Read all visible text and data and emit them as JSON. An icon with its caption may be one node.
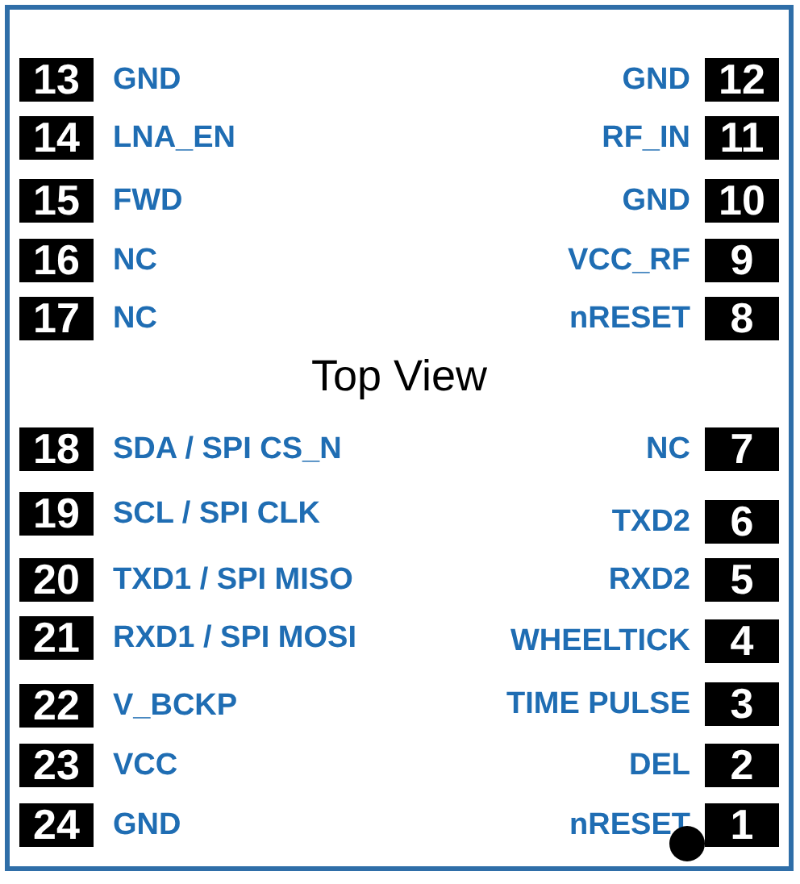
{
  "diagram": {
    "nodes": [
      {
        "text": [
          "Top View"
        ]
      },
      {
        "text": [
          "13"
        ],
        "in": 0,
        "beside": [
          "GND"
        ]
      },
      {
        "text": [
          "12"
        ],
        "in": 0,
        "beside": [
          "GND"
        ]
      },
      {
        "text": [
          "14"
        ],
        "in": 0,
        "beside": [
          "LNA_EN"
        ]
      },
      {
        "text": [
          "11"
        ],
        "in": 0,
        "beside": [
          "RF_IN"
        ]
      },
      {
        "text": [
          "15"
        ],
        "in": 0,
        "beside": [
          "FWD"
        ]
      },
      {
        "text": [
          "10"
        ],
        "in": 0,
        "beside": [
          "GND"
        ]
      },
      {
        "text": [
          "16"
        ],
        "in": 0,
        "beside": [
          "NC"
        ]
      },
      {
        "text": [
          "9"
        ],
        "in": 0,
        "beside": [
          "VCC_RF"
        ]
      },
      {
        "text": [
          "17"
        ],
        "in": 0,
        "beside": [
          "NC"
        ]
      },
      {
        "text": [
          "8"
        ],
        "in": 0,
        "beside": [
          "nRESET"
        ]
      },
      {
        "text": [
          "18"
        ],
        "in": 0,
        "beside": [
          "SDA / SPI CS_N"
        ]
      },
      {
        "text": [
          "7"
        ],
        "in": 0,
        "beside": [
          "NC"
        ]
      },
      {
        "text": [
          "19"
        ],
        "in": 0,
        "beside": [
          "SCL / SPI CLK"
        ]
      },
      {
        "text": [
          "6"
        ],
        "in": 0,
        "beside": [
          "TXD2"
        ]
      },
      {
        "text": [
          "20"
        ],
        "in": 0,
        "beside": [
          "TXD1 / SPI MISO"
        ]
      },
      {
        "text": [
          "5"
        ],
        "in": 0,
        "beside": [
          "RXD2"
        ]
      },
      {
        "text": [
          "21"
        ],
        "in": 0,
        "beside": [
          "RXD1 / SPI MOSI"
        ]
      },
      {
        "text": [
          "4"
        ],
        "in": 0,
        "beside": [
          "WHEELTICK"
        ]
      },
      {
        "text": [
          "22"
        ],
        "in": 0,
        "beside": [
          "V_BCKP"
        ]
      },
      {
        "text": [
          "3"
        ],
        "in": 0,
        "beside": [
          "TIME PULSE"
        ]
      },
      {
        "text": [
          "23"
        ],
        "in": 0,
        "beside": [
          "VCC"
        ]
      },
      {
        "text": [
          "2"
        ],
        "in": 0,
        "beside": [
          "DEL"
        ]
      },
      {
        "text": [
          "24"
        ],
        "in": 0,
        "beside": [
          "GND"
        ]
      },
      {
        "text": [
          "1"
        ],
        "in": 0,
        "beside": [
          "nRESET"
        ]
      }
    ]
  }
}
